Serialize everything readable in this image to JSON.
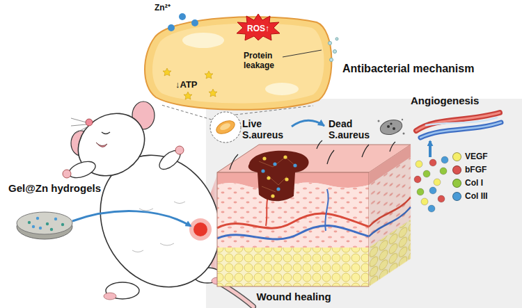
{
  "diagram": {
    "nodes": [
      {
        "text": [
          "Zn²⁺",
          "Protein leakage",
          "↓ATP"
        ]
      },
      {
        "text": [
          "ROS↑"
        ],
        "in": 0
      },
      {
        "text": [
          "Wound healing"
        ]
      },
      {
        "text": [
          "Live S.aureus"
        ]
      },
      {
        "text": [
          "Dead S.aureus"
        ]
      },
      {
        "text": [
          "Gel@Zn hydrogels"
        ]
      },
      {
        "text": [
          "Angiogenesis"
        ]
      }
    ],
    "edges": [
      {
        "from": 3,
        "to": 4,
        "arrow": "to"
      }
    ],
    "labels": [
      "Antibacterial mechanism"
    ],
    "legend": [
      {
        "text": "VEGF",
        "color": "#f5ee6a"
      },
      {
        "text": "bFGF",
        "color": "#d9534f"
      },
      {
        "text": "Col I",
        "color": "#93c83e"
      },
      {
        "text": "Col III",
        "color": "#4a9bd6"
      }
    ]
  }
}
